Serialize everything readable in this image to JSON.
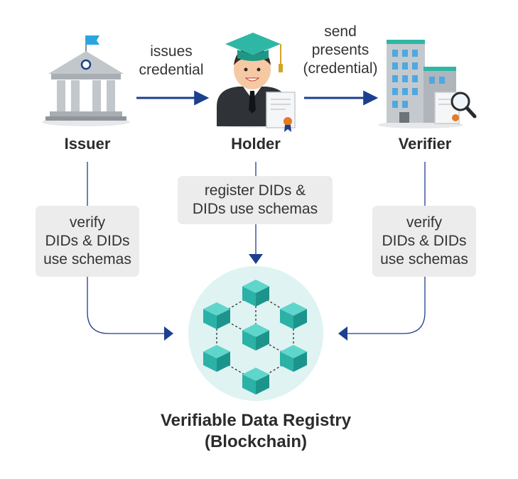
{
  "actors": {
    "issuer": "Issuer",
    "holder": "Holder",
    "verifier": "Verifier"
  },
  "edges": {
    "issues_line1": "issues",
    "issues_line2": "credential",
    "presents_line1": "send",
    "presents_line2": "presents",
    "presents_line3": "(credential)"
  },
  "boxes": {
    "left_line1": "verify",
    "left_line2": "DIDs & DIDs",
    "left_line3": "use schemas",
    "center_line1": "register DIDs &",
    "center_line2": "DIDs use schemas",
    "right_line1": "verify",
    "right_line2": "DIDs & DIDs",
    "right_line3": "use schemas"
  },
  "registry": {
    "line1": "Verifiable Data Registry",
    "line2": "(Blockchain)"
  },
  "colors": {
    "arrow": "#1c3f8f",
    "box": "#ececec",
    "circle": "#dff3f2",
    "cube_top": "#5fd6cc",
    "cube_left": "#2bb1a6",
    "cube_right": "#1d948b",
    "building": "#b7bcc2",
    "flag": "#2aa5e0"
  },
  "icons": [
    "bank-icon",
    "graduate-icon",
    "office-building-icon",
    "magnifier-icon",
    "certificate-icon",
    "blockchain-cube-icon"
  ]
}
